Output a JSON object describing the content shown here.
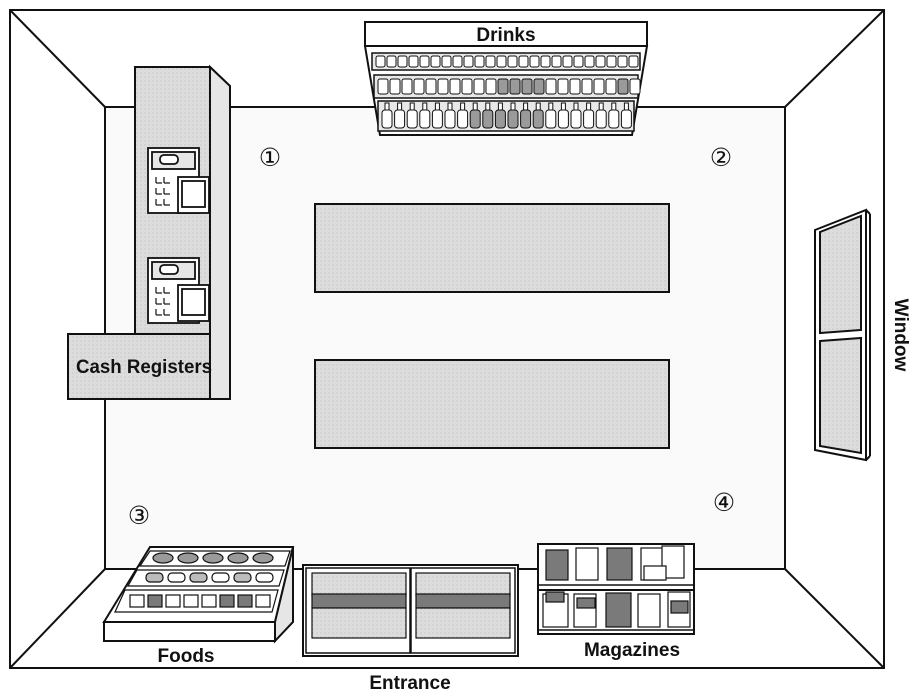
{
  "labels": {
    "drinks": "Drinks",
    "cash_registers": "Cash Registers",
    "window": "Window",
    "foods": "Foods",
    "magazines": "Magazines",
    "entrance": "Entrance"
  },
  "positions": {
    "p1": "①",
    "p2": "②",
    "p3": "③",
    "p4": "④"
  },
  "colors": {
    "line": "#111111",
    "floor": "#f7f7f7",
    "shelf_gray": "#d2d2d2",
    "dark_gray": "#7a7a7a"
  }
}
